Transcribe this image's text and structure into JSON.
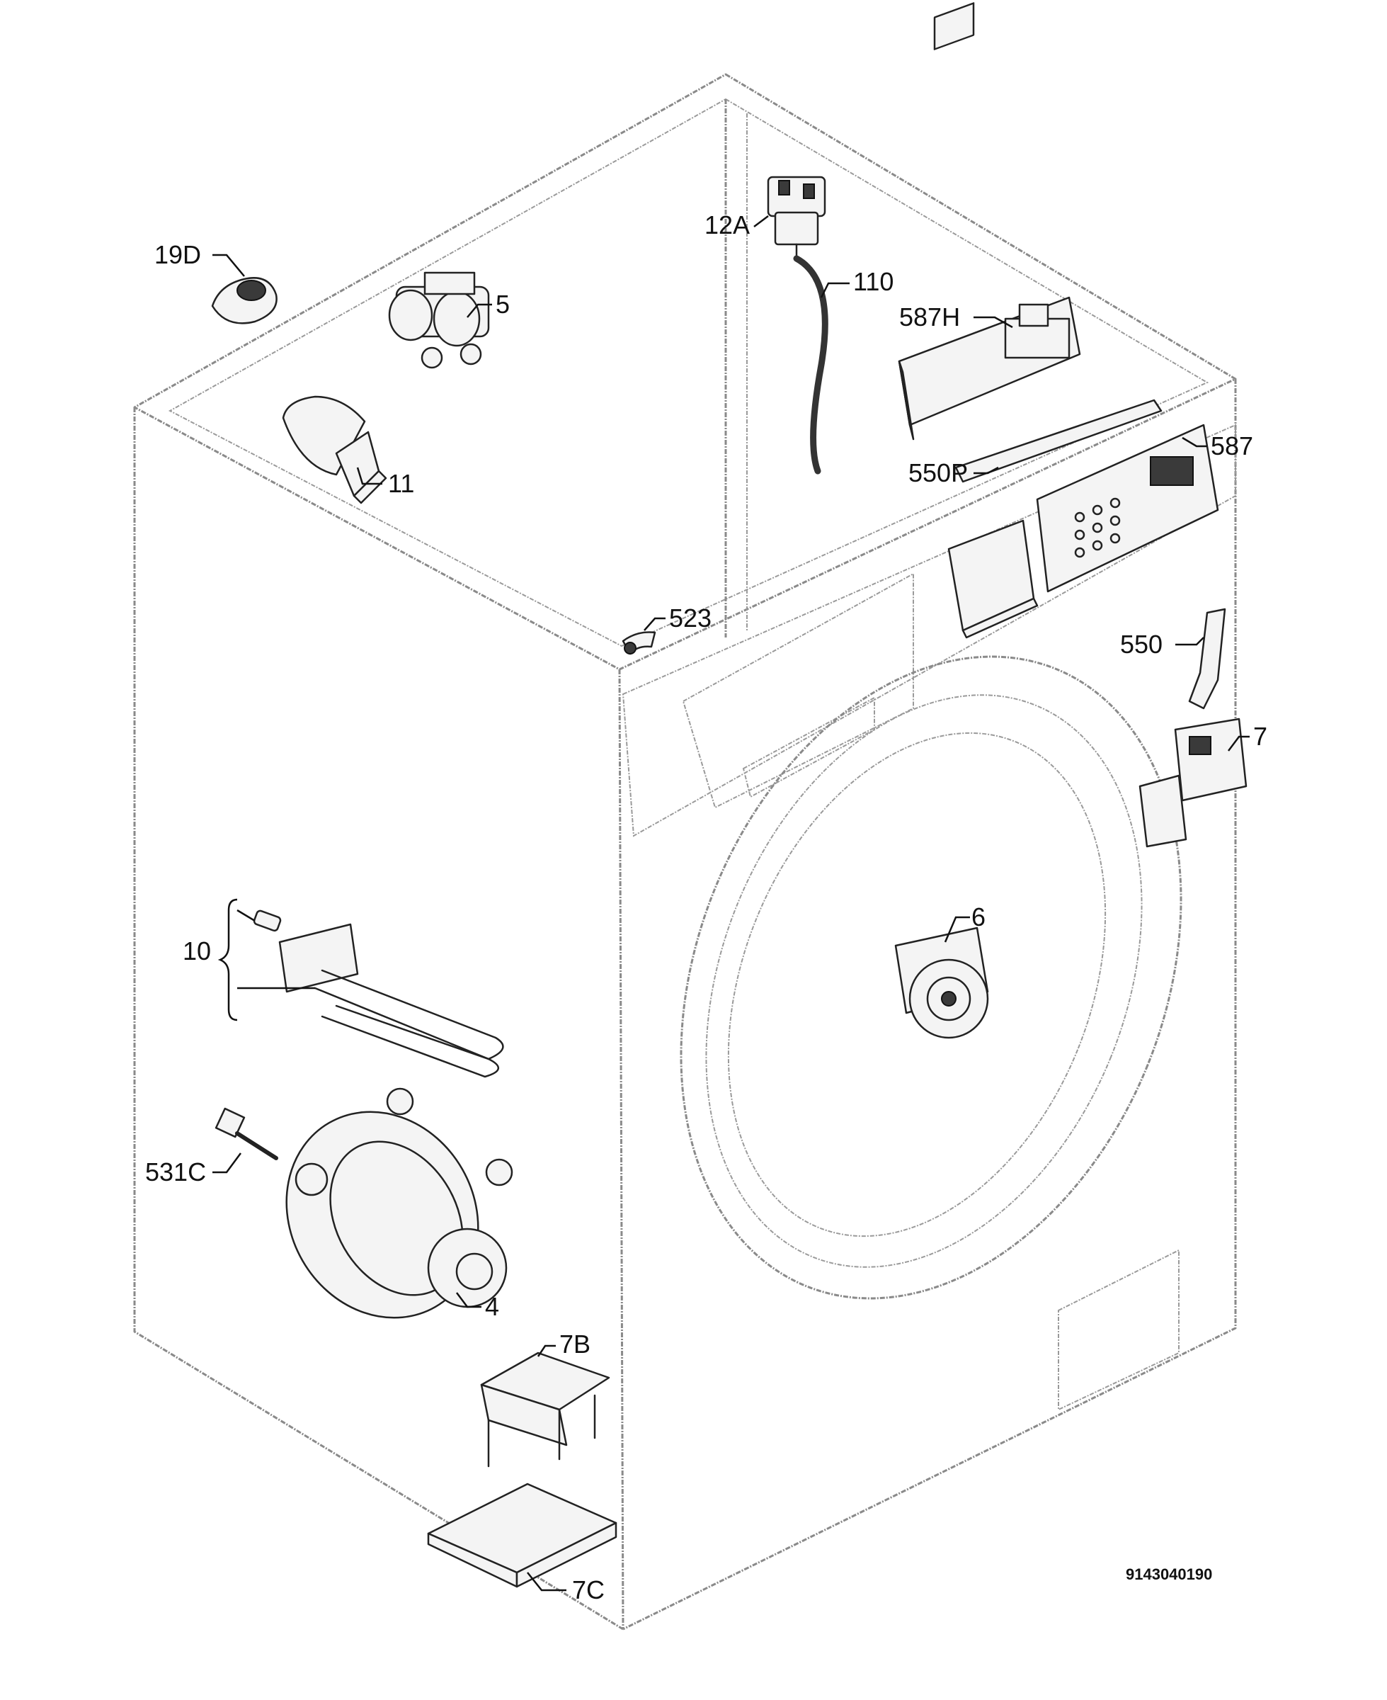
{
  "labels": {
    "p12a": "12A",
    "p110": "110",
    "p19d": "19D",
    "p5": "5",
    "p587h": "587H",
    "p11": "11",
    "p587": "587",
    "p550p": "550P",
    "p523": "523",
    "p550": "550",
    "p7": "7",
    "p6": "6",
    "p10": "10",
    "p531c": "531C",
    "p4": "4",
    "p7b": "7B",
    "p7c": "7C"
  },
  "drawing_code": "9143040190"
}
